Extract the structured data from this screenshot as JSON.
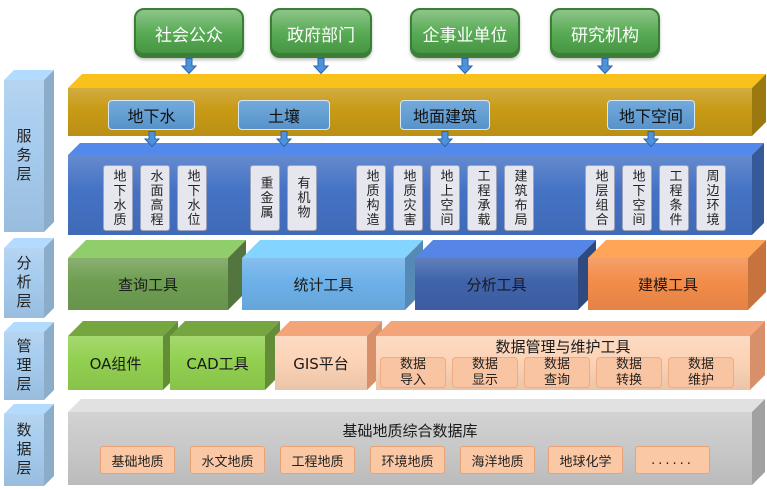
{
  "stakeholders": [
    "社会公众",
    "政府部门",
    "企事业单位",
    "研究机构"
  ],
  "layer_labels": {
    "service": "服务层",
    "analysis": "分析层",
    "management": "管理层",
    "data": "数据层"
  },
  "service": {
    "categories": [
      {
        "label": "地下水",
        "items": [
          "地下水质",
          "水面高程",
          "地下水位"
        ]
      },
      {
        "label": "土壤",
        "items": [
          "重金属",
          "有机物"
        ]
      },
      {
        "label": "地面建筑",
        "items": [
          "地质构造",
          "地质灾害",
          "地上空间",
          "工程承载",
          "建筑布局"
        ]
      },
      {
        "label": "地下空间",
        "items": [
          "地层组合",
          "地下空间",
          "工程条件",
          "周边环境"
        ]
      }
    ]
  },
  "analysis": {
    "tools": [
      "查询工具",
      "统计工具",
      "分析工具",
      "建模工具"
    ]
  },
  "management": {
    "components": [
      "OA组件",
      "CAD工具",
      "GIS平台"
    ],
    "data_maintenance": {
      "title": "数据管理与维护工具",
      "items": [
        "数据导入",
        "数据显示",
        "数据查询",
        "数据转换",
        "数据维护"
      ]
    }
  },
  "data": {
    "title": "基础地质综合数据库",
    "items": [
      "基础地质",
      "水文地质",
      "工程地质",
      "环境地质",
      "海洋地质",
      "地球化学",
      "......"
    ]
  },
  "colors": {
    "stakeholder": "#4fa64b",
    "arrow": "#4f92dc",
    "gold_band": "#c89a16",
    "blue_band": "#4472c4",
    "category_label": "#5b9bd5",
    "item_card": "#e6e6ee",
    "query_tool": "#6f9e52",
    "statistics_tool": "#6db1e9",
    "analysis_tool": "#3f63ab",
    "modeling_tool": "#f38c4a",
    "oa_cad": "#92d050",
    "mgmt_peach": "#fcd3b6",
    "mgmt_peach_top": "#f4a479",
    "mgmt_subcard": "#f9c4a1",
    "database_slab": "#c9c9c9",
    "database_item": "#fbc8a6",
    "layer_label": "#a5cbee"
  }
}
